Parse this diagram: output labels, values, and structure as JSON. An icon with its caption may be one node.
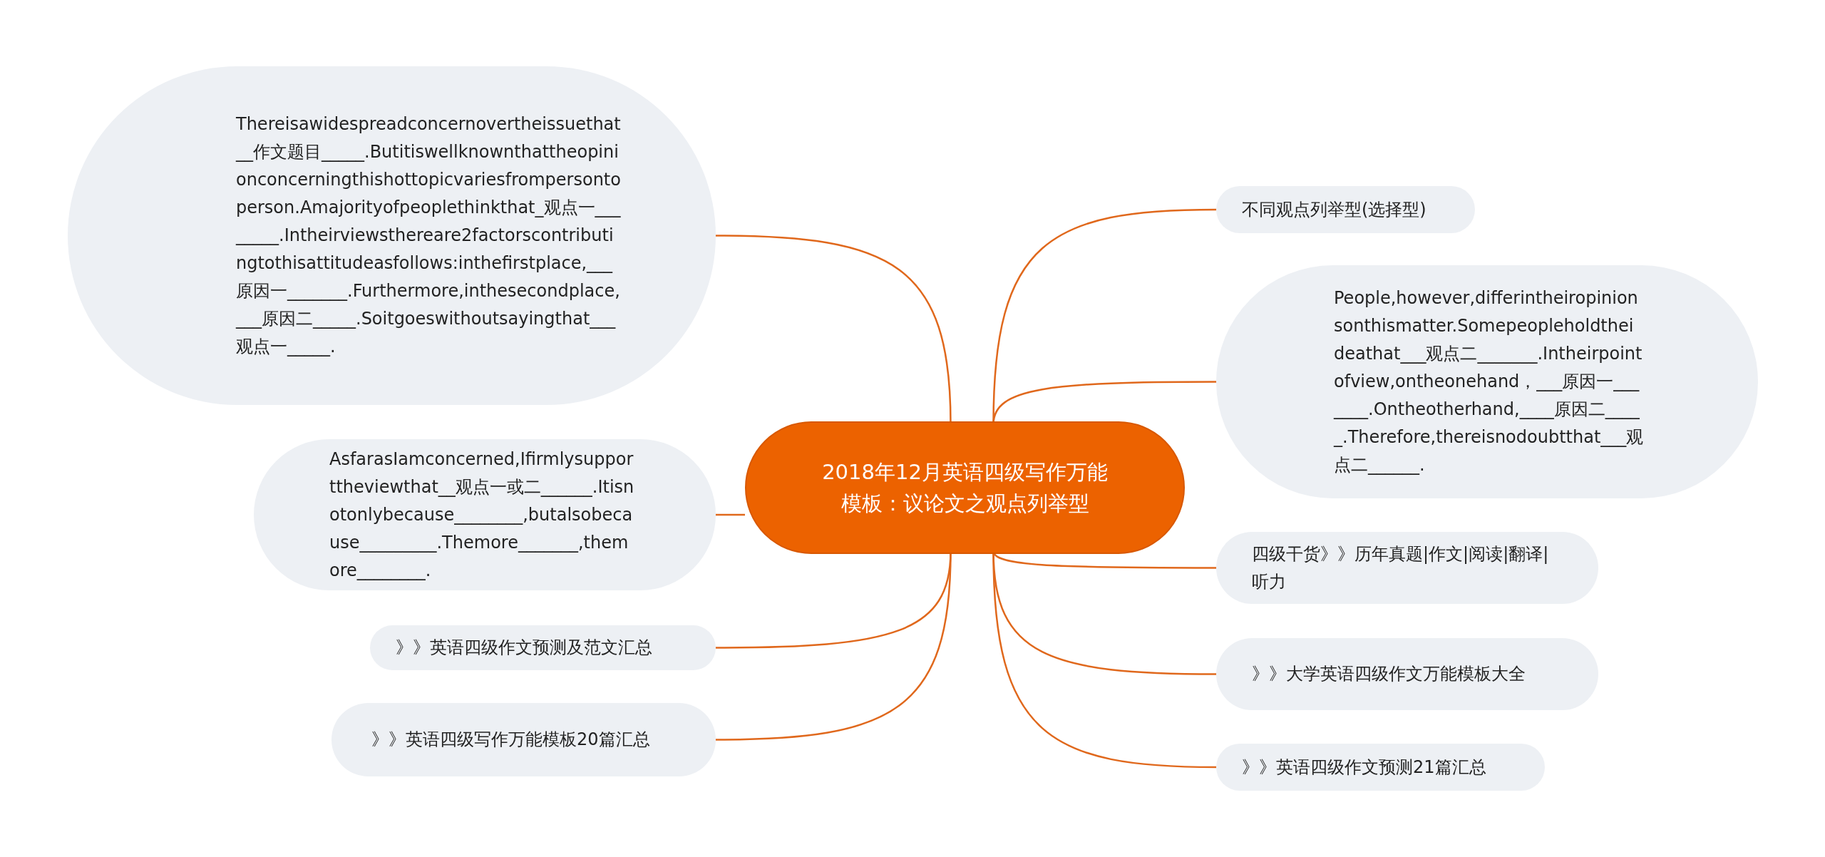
{
  "diagram": {
    "nodes": [
      {
        "text": [
          "2018年12月英语四级写作万能模板：议论文之观点列举型"
        ]
      },
      {
        "text": [
          "Thereisawidespreadconcernovertheissuethat__作文题目_____.Butitiswellknownthattheopinionconcerningthishottopicvariesfrompersontoperson.Amajorityofpeoplethinkthat_观点一________.Intheirviewsthereare2factorscontributingtothisattitudeasfollows:inthefirstplace,___原因一_______.Furthermore,inthesecondplace,___原因二_____.Soitgoeswithoutsayingthat___观点一_____."
        ]
      },
      {
        "text": [
          "AsfarasIamconcerned,Ifirmlysupporttheviewthat__观点一或二______.Itisnotonlybecause________,butalsobecause_________.Themore_______,themore________."
        ]
      },
      {
        "text": [
          "》》英语四级作文预测及范文汇总"
        ]
      },
      {
        "text": [
          "》》英语四级写作万能模板20篇汇总"
        ]
      },
      {
        "text": [
          "不同观点列举型(选择型)"
        ]
      },
      {
        "text": [
          "People,however,differintheiropinionsonthismatter.Somepeopleholdtheideathat___观点二_______.Intheirpointofview,ontheonehand，___原因一_______.Ontheotherhand,____原因二_____.Therefore,thereisnodoubtthat___观点二______."
        ]
      },
      {
        "text": [
          "四级干货》》历年真题|作文|阅读|翻译|听力"
        ]
      },
      {
        "text": [
          "》》大学英语四级作文万能模板大全"
        ]
      },
      {
        "text": [
          "》》英语四级作文预测21篇汇总"
        ]
      }
    ],
    "edges": [
      {
        "from": 0,
        "to": 1,
        "arrow": "none"
      },
      {
        "from": 0,
        "to": 2,
        "arrow": "none"
      },
      {
        "from": 0,
        "to": 3,
        "arrow": "none"
      },
      {
        "from": 0,
        "to": 4,
        "arrow": "none"
      },
      {
        "from": 0,
        "to": 5,
        "arrow": "none"
      },
      {
        "from": 0,
        "to": 6,
        "arrow": "none"
      },
      {
        "from": 0,
        "to": 7,
        "arrow": "none"
      },
      {
        "from": 0,
        "to": 8,
        "arrow": "none"
      },
      {
        "from": 0,
        "to": 9,
        "arrow": "none"
      }
    ]
  }
}
